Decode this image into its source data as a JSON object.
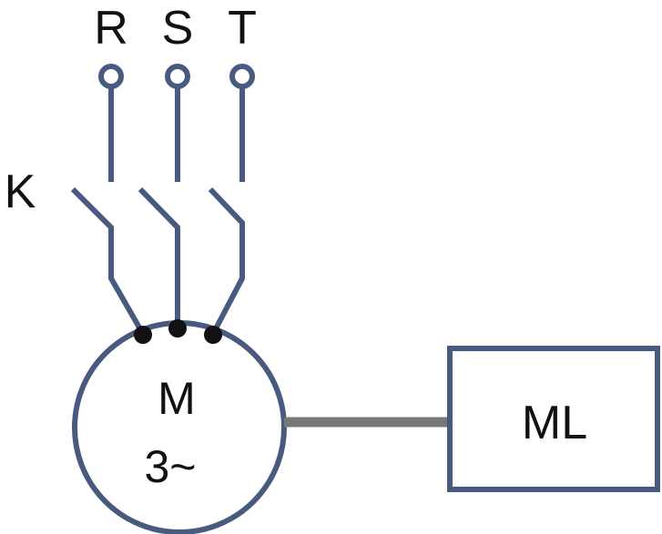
{
  "phases": [
    {
      "label": "R"
    },
    {
      "label": "S"
    },
    {
      "label": "T"
    }
  ],
  "switch": {
    "label": "K"
  },
  "motor": {
    "line1": "M",
    "line2": "3~"
  },
  "load": {
    "label": "ML"
  },
  "colors": {
    "wire": "#485a7f",
    "shaft": "#777777",
    "junction": "#111111",
    "text": "#111111",
    "background": "#ffffff"
  }
}
